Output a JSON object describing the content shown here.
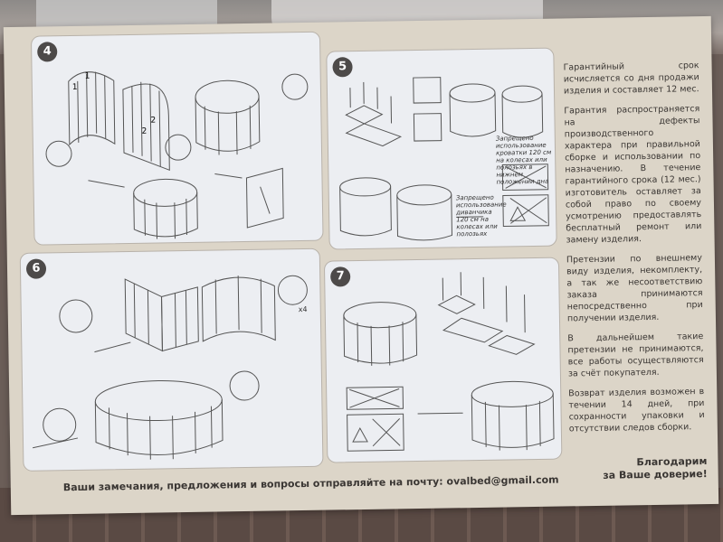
{
  "steps": [
    {
      "number": "4"
    },
    {
      "number": "5"
    },
    {
      "number": "6"
    },
    {
      "number": "7"
    }
  ],
  "step4": {
    "labels": [
      "1",
      "1",
      "2",
      "2"
    ]
  },
  "step5": {
    "note1": "Запрещено использование кроватки 120 см на колесах или полозьях в нижнем положении дна",
    "note2": "Запрещено использование диванчика 120 см на колесах или полозьях"
  },
  "step6": {
    "multiplier": "x4"
  },
  "sidebar": {
    "p1": "Гарантийный срок исчисляется со дня продажи изделия и составляет 12 мес.",
    "p2": "Гарантия распространяется на дефекты производственного характера при правильной сборке и использовании по назначению. В течение гарантийного срока (12 мес.) изготовитель оставляет за собой право по своему усмотрению предоставлять бесплатный ремонт или замену изделия.",
    "p3": "Претензии по внешнему виду изделия, некомплекту, а так же несоответствию заказа принимаются непосредственно при получении изделия.",
    "p4": "В дальнейшем такие претензии не принимаются, все работы осуществляются за счёт покупателя.",
    "p5": "Возврат изделия возможен в течении 14 дней, при сохранности упаковки и отсутствии следов сборки."
  },
  "footer": {
    "text": "Ваши замечания, предложения и вопросы отправляйте на почту: ovalbed@gmail.com"
  },
  "thanks": {
    "line1": "Благодарим",
    "line2": "за Ваше доверие!"
  }
}
